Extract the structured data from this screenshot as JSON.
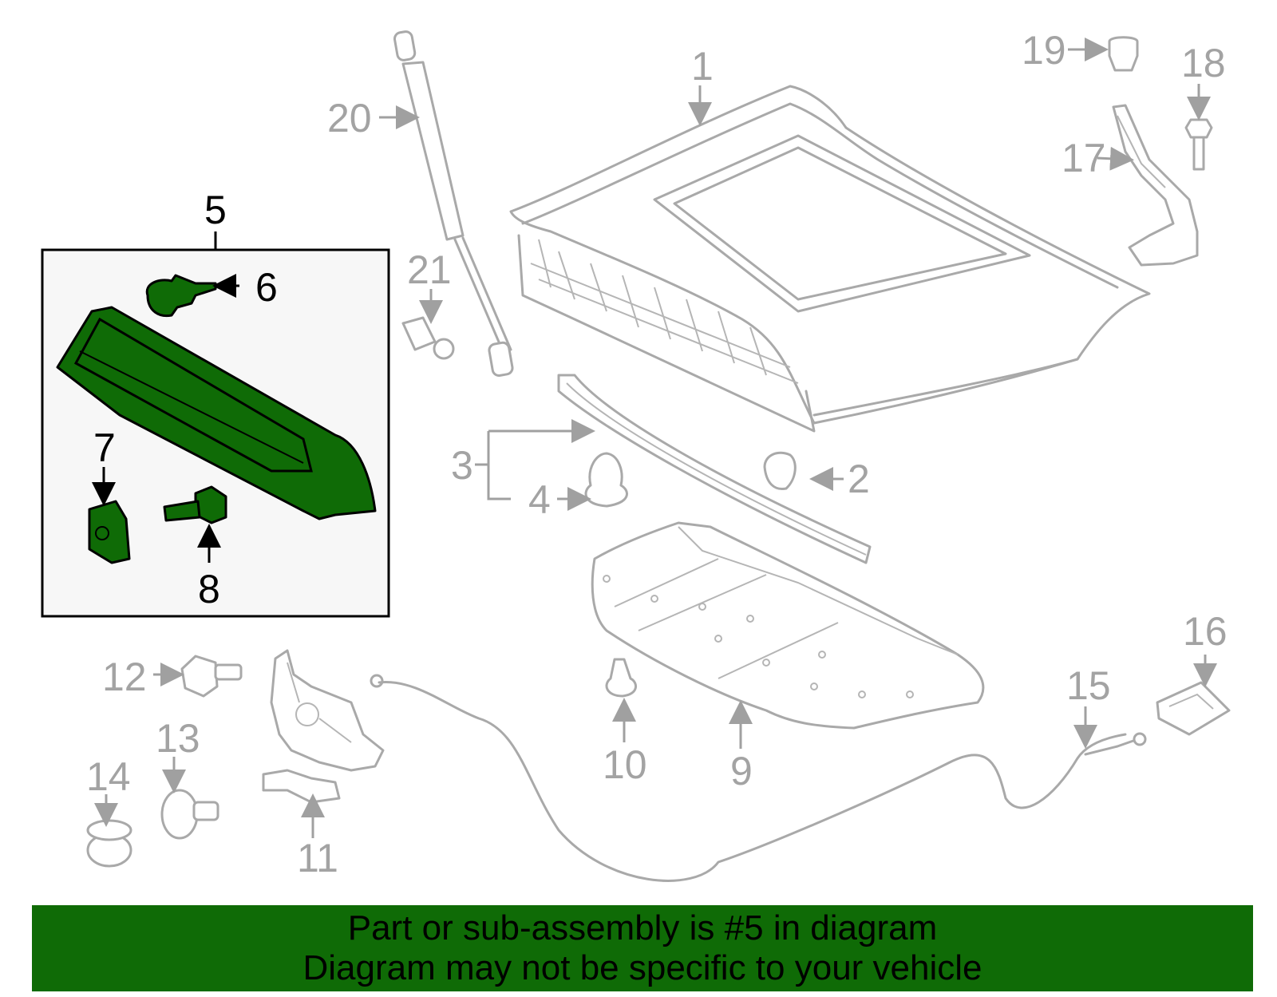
{
  "colors": {
    "highlight_green": "#0f6b06",
    "part_grey": "#a9a9a9",
    "banner_bg": "#0f6b06"
  },
  "callouts": {
    "c1": "1",
    "c2": "2",
    "c3": "3",
    "c4": "4",
    "c5": "5",
    "c6": "6",
    "c7": "7",
    "c8": "8",
    "c9": "9",
    "c10": "10",
    "c11": "11",
    "c12": "12",
    "c13": "13",
    "c14": "14",
    "c15": "15",
    "c16": "16",
    "c17": "17",
    "c18": "18",
    "c19": "19",
    "c20": "20",
    "c21": "21"
  },
  "banner": {
    "line1": "Part or sub-assembly is #5 in diagram",
    "line2": "Diagram may not be specific to your vehicle"
  }
}
